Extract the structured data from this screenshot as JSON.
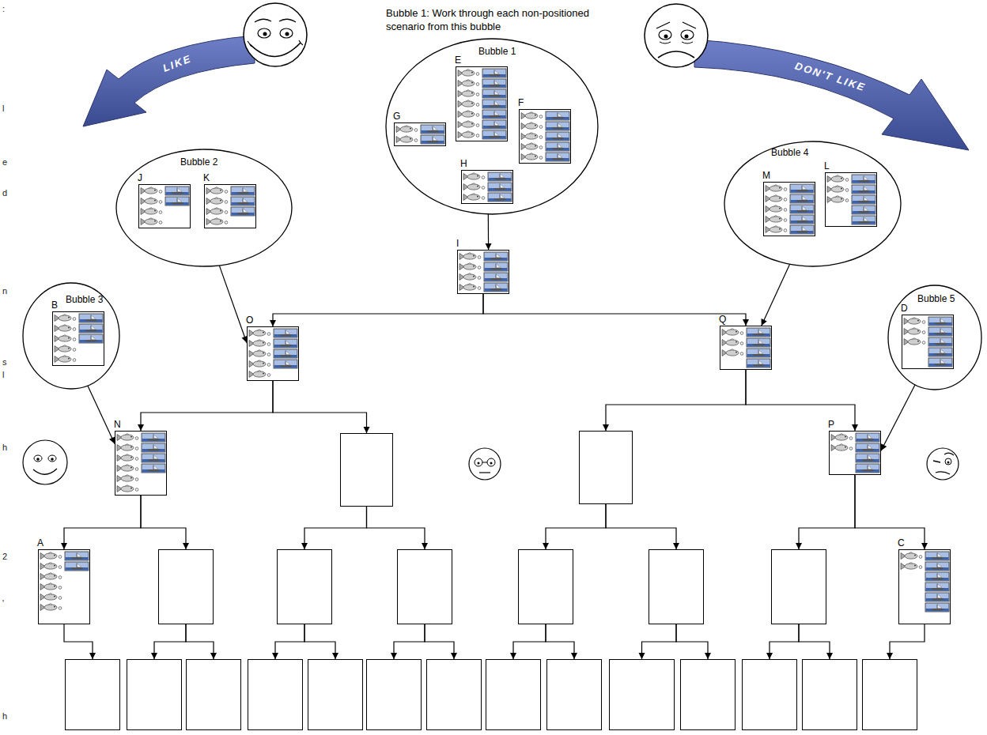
{
  "diagram": {
    "nodes": [
      {
        "text": [
          "Bubble 1"
        ]
      },
      {
        "text": [
          "E"
        ],
        "in": 0
      },
      {
        "text": [
          "F"
        ],
        "in": 0
      },
      {
        "text": [
          "G"
        ],
        "in": 0
      },
      {
        "text": [
          "H"
        ],
        "in": 0
      },
      {
        "text": [
          "Bubble 2"
        ]
      },
      {
        "text": [
          "J"
        ],
        "in": 5
      },
      {
        "text": [
          "K"
        ],
        "in": 5
      },
      {
        "text": [
          "Bubble 4"
        ]
      },
      {
        "text": [
          "M"
        ],
        "in": 8
      },
      {
        "text": [
          "L"
        ],
        "in": 8
      },
      {
        "text": [
          "I"
        ]
      },
      {
        "text": [
          "Bubble 3"
        ]
      },
      {
        "text": [
          "B"
        ],
        "in": 12
      },
      {
        "text": [
          "O"
        ]
      },
      {
        "text": [
          "Q"
        ]
      },
      {
        "text": [
          "Bubble 5"
        ]
      },
      {
        "text": [
          "D"
        ],
        "in": 16
      },
      {
        "text": [
          "N"
        ]
      },
      {
        "text": []
      },
      {
        "text": []
      },
      {
        "text": [
          "P"
        ]
      },
      {
        "text": [
          "A"
        ]
      },
      {
        "text": []
      },
      {
        "text": []
      },
      {
        "text": []
      },
      {
        "text": []
      },
      {
        "text": []
      },
      {
        "text": []
      },
      {
        "text": [
          "C"
        ]
      },
      {
        "text": []
      },
      {
        "text": []
      },
      {
        "text": []
      },
      {
        "text": []
      },
      {
        "text": []
      },
      {
        "text": []
      },
      {
        "text": []
      },
      {
        "text": []
      },
      {
        "text": []
      },
      {
        "text": []
      },
      {
        "text": []
      },
      {
        "text": []
      },
      {
        "text": []
      },
      {
        "text": []
      }
    ],
    "edges": [
      {
        "from": 0,
        "to": 11,
        "arrow": "to"
      },
      {
        "from": 5,
        "to": 14,
        "arrow": "to"
      },
      {
        "from": 12,
        "to": 18,
        "arrow": "to"
      },
      {
        "from": 8,
        "to": 15,
        "arrow": "to"
      },
      {
        "from": 16,
        "to": 21,
        "arrow": "to"
      },
      {
        "from": 11,
        "to": 14,
        "arrow": "to"
      },
      {
        "from": 11,
        "to": 15,
        "arrow": "to"
      },
      {
        "from": 14,
        "to": 18,
        "arrow": "to"
      },
      {
        "from": 14,
        "to": 19,
        "arrow": "to"
      },
      {
        "from": 15,
        "to": 20,
        "arrow": "to"
      },
      {
        "from": 15,
        "to": 21,
        "arrow": "to"
      },
      {
        "from": 18,
        "to": 22,
        "arrow": "to"
      },
      {
        "from": 18,
        "to": 23,
        "arrow": "to"
      },
      {
        "from": 19,
        "to": 24,
        "arrow": "to"
      },
      {
        "from": 19,
        "to": 25,
        "arrow": "to"
      },
      {
        "from": 20,
        "to": 26,
        "arrow": "to"
      },
      {
        "from": 20,
        "to": 27,
        "arrow": "to"
      },
      {
        "from": 21,
        "to": 28,
        "arrow": "to"
      },
      {
        "from": 21,
        "to": 29,
        "arrow": "to"
      },
      {
        "from": 22,
        "to": 30,
        "arrow": "to"
      },
      {
        "from": 23,
        "to": 31,
        "arrow": "to"
      },
      {
        "from": 23,
        "to": 32,
        "arrow": "to"
      },
      {
        "from": 24,
        "to": 33,
        "arrow": "to"
      },
      {
        "from": 24,
        "to": 34,
        "arrow": "to"
      },
      {
        "from": 25,
        "to": 35,
        "arrow": "to"
      },
      {
        "from": 25,
        "to": 36,
        "arrow": "to"
      },
      {
        "from": 26,
        "to": 37,
        "arrow": "to"
      },
      {
        "from": 26,
        "to": 38,
        "arrow": "to"
      },
      {
        "from": 27,
        "to": 39,
        "arrow": "to"
      },
      {
        "from": 27,
        "to": 40,
        "arrow": "to"
      },
      {
        "from": 28,
        "to": 41,
        "arrow": "to"
      },
      {
        "from": 28,
        "to": 42,
        "arrow": "to"
      },
      {
        "from": 29,
        "to": 43,
        "arrow": "to"
      }
    ],
    "labels": [
      "Bubble 1: Work through each non-positioned scenario from this bubble",
      "LIKE",
      "DON'T LIKE",
      ":",
      "l",
      "e",
      "d",
      "n",
      "s",
      "l",
      "h",
      "2",
      "'",
      "h"
    ]
  }
}
